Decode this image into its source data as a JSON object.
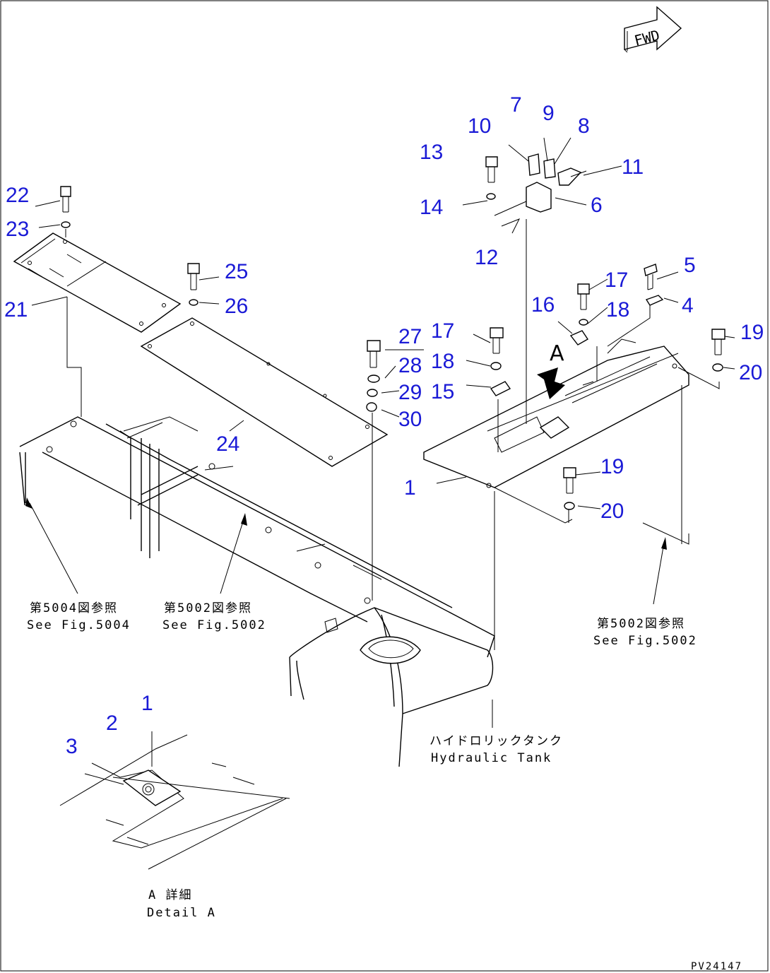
{
  "diagram": {
    "forward_marker": "FWD",
    "drawing_code": "PV24147",
    "detail_letter": "A",
    "callouts": [
      {
        "id": "c1",
        "label": "1"
      },
      {
        "id": "c1b",
        "label": "1"
      },
      {
        "id": "c2",
        "label": "2"
      },
      {
        "id": "c3",
        "label": "3"
      },
      {
        "id": "c4",
        "label": "4"
      },
      {
        "id": "c5",
        "label": "5"
      },
      {
        "id": "c6",
        "label": "6"
      },
      {
        "id": "c7",
        "label": "7"
      },
      {
        "id": "c8",
        "label": "8"
      },
      {
        "id": "c9",
        "label": "9"
      },
      {
        "id": "c10",
        "label": "10"
      },
      {
        "id": "c11",
        "label": "11"
      },
      {
        "id": "c12",
        "label": "12"
      },
      {
        "id": "c13",
        "label": "13"
      },
      {
        "id": "c14",
        "label": "14"
      },
      {
        "id": "c15",
        "label": "15"
      },
      {
        "id": "c16",
        "label": "16"
      },
      {
        "id": "c17a",
        "label": "17"
      },
      {
        "id": "c17b",
        "label": "17"
      },
      {
        "id": "c18a",
        "label": "18"
      },
      {
        "id": "c18b",
        "label": "18"
      },
      {
        "id": "c19a",
        "label": "19"
      },
      {
        "id": "c19b",
        "label": "19"
      },
      {
        "id": "c20a",
        "label": "20"
      },
      {
        "id": "c20b",
        "label": "20"
      },
      {
        "id": "c21",
        "label": "21"
      },
      {
        "id": "c22",
        "label": "22"
      },
      {
        "id": "c23",
        "label": "23"
      },
      {
        "id": "c24",
        "label": "24"
      },
      {
        "id": "c25",
        "label": "25"
      },
      {
        "id": "c26",
        "label": "26"
      },
      {
        "id": "c27",
        "label": "27"
      },
      {
        "id": "c28",
        "label": "28"
      },
      {
        "id": "c29",
        "label": "29"
      },
      {
        "id": "c30",
        "label": "30"
      }
    ],
    "references": {
      "fig5004_jp": "第5004図参照",
      "fig5004_en": "See Fig.5004",
      "fig5002_jp": "第5002図参照",
      "fig5002_en": "See Fig.5002",
      "fig5002b_jp": "第5002図参照",
      "fig5002b_en": "See Fig.5002",
      "tank_jp": "ハイドロリックタンク",
      "tank_en": "Hydraulic Tank",
      "detail_jp": "A 詳細",
      "detail_en": "Detail A"
    },
    "colors": {
      "callout": "#1a1ad6",
      "line": "#000000"
    }
  }
}
